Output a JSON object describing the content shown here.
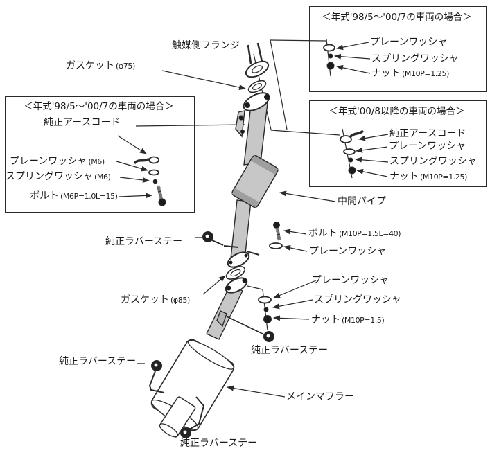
{
  "colors": {
    "line": "#2a2a2a",
    "pipe_fill": "#c7c7c7",
    "cap_fill": "#9e9e9e",
    "text": "#1a1a1a",
    "background": "#ffffff"
  },
  "callout_boxes": {
    "top_right": {
      "title": "＜年式'98/5～'00/7の車両の場合＞",
      "items": [
        {
          "name": "プレーンワッシャ",
          "spec": ""
        },
        {
          "name": "スプリングワッシャ",
          "spec": ""
        },
        {
          "name": "ナット",
          "spec": "(M10P=1.25)"
        }
      ]
    },
    "middle_right": {
      "title": "＜年式'00/8以降の車両の場合＞",
      "items": [
        {
          "name": "純正アースコード",
          "spec": ""
        },
        {
          "name": "プレーンワッシャ",
          "spec": ""
        },
        {
          "name": "スプリングワッシャ",
          "spec": ""
        },
        {
          "name": "ナット",
          "spec": "(M10P=1.25)"
        }
      ]
    },
    "left": {
      "title": "＜年式'98/5～'00/7の車両の場合＞",
      "items": [
        {
          "name": "純正アースコード",
          "spec": ""
        },
        {
          "name": "プレーンワッシャ",
          "spec": "(M6)"
        },
        {
          "name": "スプリングワッシャ",
          "spec": "(M6)"
        },
        {
          "name": "ボルト",
          "spec": "(M6P=1.0L=15)"
        }
      ]
    }
  },
  "part_labels": {
    "catalyst_flange": {
      "name": "触媒側フランジ",
      "spec": ""
    },
    "gasket_75": {
      "name": "ガスケット",
      "spec": "(φ75)"
    },
    "intermediate_pipe": {
      "name": "中間パイプ",
      "spec": ""
    },
    "bolt_m10": {
      "name": "ボルト",
      "spec": "(M10P=1.5L=40)"
    },
    "plain_washer_mid": {
      "name": "プレーンワッシャ",
      "spec": ""
    },
    "rubber_stay_pipe": {
      "name": "純正ラバーステー",
      "spec": ""
    },
    "gasket_85": {
      "name": "ガスケット",
      "spec": "(φ85)"
    },
    "plain_washer_lower": {
      "name": "プレーンワッシャ",
      "spec": ""
    },
    "spring_washer_lower": {
      "name": "スプリングワッシャ",
      "spec": ""
    },
    "nut_lower": {
      "name": "ナット",
      "spec": "(M10P=1.5)"
    },
    "rubber_stay_muffler_inlet": {
      "name": "純正ラバーステー",
      "spec": ""
    },
    "rubber_stay_muffler_left": {
      "name": "純正ラバーステー",
      "spec": ""
    },
    "main_muffler": {
      "name": "メインマフラー",
      "spec": ""
    },
    "rubber_stay_tail": {
      "name": "純正ラバーステー",
      "spec": ""
    }
  }
}
